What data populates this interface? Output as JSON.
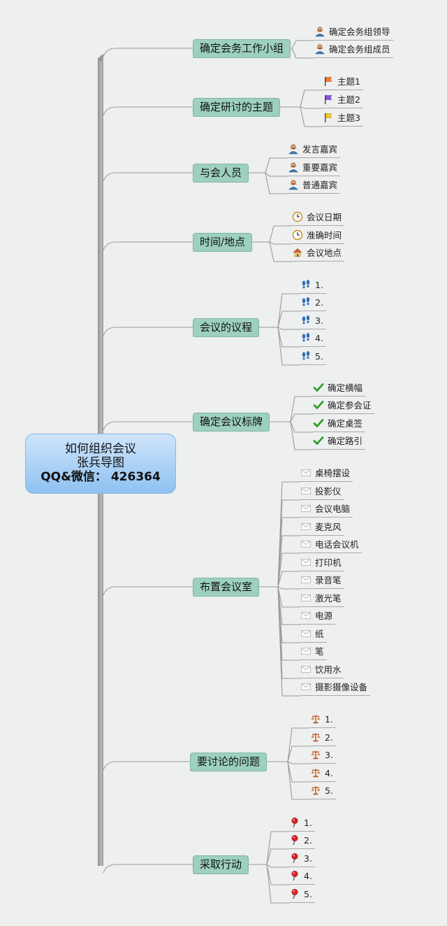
{
  "center": {
    "line1": "如何组织会议",
    "line2": "张兵导图",
    "line3": "QQ&微信： 426364"
  },
  "branches": [
    {
      "label": "确定会务工作小组",
      "leaves": [
        {
          "icon": "person-icon",
          "text": "确定会务组领导"
        },
        {
          "icon": "person-icon",
          "text": "确定会务组成员"
        }
      ]
    },
    {
      "label": "确定研讨的主题",
      "leaves": [
        {
          "icon": "flag-orange-icon",
          "text": "主题1"
        },
        {
          "icon": "flag-purple-icon",
          "text": "主题2"
        },
        {
          "icon": "flag-yellow-icon",
          "text": "主题3"
        }
      ]
    },
    {
      "label": "与会人员",
      "leaves": [
        {
          "icon": "person-icon",
          "text": "发言嘉宾"
        },
        {
          "icon": "person-icon",
          "text": "重要嘉宾"
        },
        {
          "icon": "person-icon",
          "text": "普通嘉宾"
        }
      ]
    },
    {
      "label": "时间/地点",
      "leaves": [
        {
          "icon": "clock-icon",
          "text": "会议日期"
        },
        {
          "icon": "clock-icon",
          "text": "准确时间"
        },
        {
          "icon": "house-icon",
          "text": "会议地点"
        }
      ]
    },
    {
      "label": "会议的议程",
      "leaves": [
        {
          "icon": "footprints-icon",
          "text": "1."
        },
        {
          "icon": "footprints-icon",
          "text": "2."
        },
        {
          "icon": "footprints-icon",
          "text": "3."
        },
        {
          "icon": "footprints-icon",
          "text": "4."
        },
        {
          "icon": "footprints-icon",
          "text": "5."
        }
      ]
    },
    {
      "label": "确定会议标牌",
      "leaves": [
        {
          "icon": "checkmark-icon",
          "text": "确定横幅"
        },
        {
          "icon": "checkmark-icon",
          "text": "确定参会证"
        },
        {
          "icon": "checkmark-icon",
          "text": "确定桌签"
        },
        {
          "icon": "checkmark-icon",
          "text": "确定路引"
        }
      ]
    },
    {
      "label": "布置会议室",
      "leaves": [
        {
          "icon": "envelope-icon",
          "text": "桌椅摆设"
        },
        {
          "icon": "envelope-icon",
          "text": "投影仪"
        },
        {
          "icon": "envelope-icon",
          "text": "会议电脑"
        },
        {
          "icon": "envelope-icon",
          "text": "麦克风"
        },
        {
          "icon": "envelope-icon",
          "text": "电话会议机"
        },
        {
          "icon": "envelope-icon",
          "text": "打印机"
        },
        {
          "icon": "envelope-icon",
          "text": "录音笔"
        },
        {
          "icon": "envelope-icon",
          "text": "激光笔"
        },
        {
          "icon": "envelope-icon",
          "text": "电源"
        },
        {
          "icon": "envelope-icon",
          "text": "纸"
        },
        {
          "icon": "envelope-icon",
          "text": "笔"
        },
        {
          "icon": "envelope-icon",
          "text": "饮用水"
        },
        {
          "icon": "envelope-icon",
          "text": "摄影摄像设备"
        }
      ]
    },
    {
      "label": "要讨论的问题",
      "leaves": [
        {
          "icon": "scales-icon",
          "text": "1."
        },
        {
          "icon": "scales-icon",
          "text": "2."
        },
        {
          "icon": "scales-icon",
          "text": "3."
        },
        {
          "icon": "scales-icon",
          "text": "4."
        },
        {
          "icon": "scales-icon",
          "text": "5."
        }
      ]
    },
    {
      "label": "采取行动",
      "leaves": [
        {
          "icon": "pushpin-icon",
          "text": "1."
        },
        {
          "icon": "pushpin-icon",
          "text": "2."
        },
        {
          "icon": "pushpin-icon",
          "text": "3."
        },
        {
          "icon": "pushpin-icon",
          "text": "4."
        },
        {
          "icon": "pushpin-icon",
          "text": "5."
        }
      ]
    }
  ],
  "colors": {
    "background": "#eeefef",
    "topic_fill": "#9dd1bd",
    "center_fill_top": "#cfe5fb",
    "center_fill_bottom": "#8fc1f1",
    "connector": "#9a9a9a"
  }
}
